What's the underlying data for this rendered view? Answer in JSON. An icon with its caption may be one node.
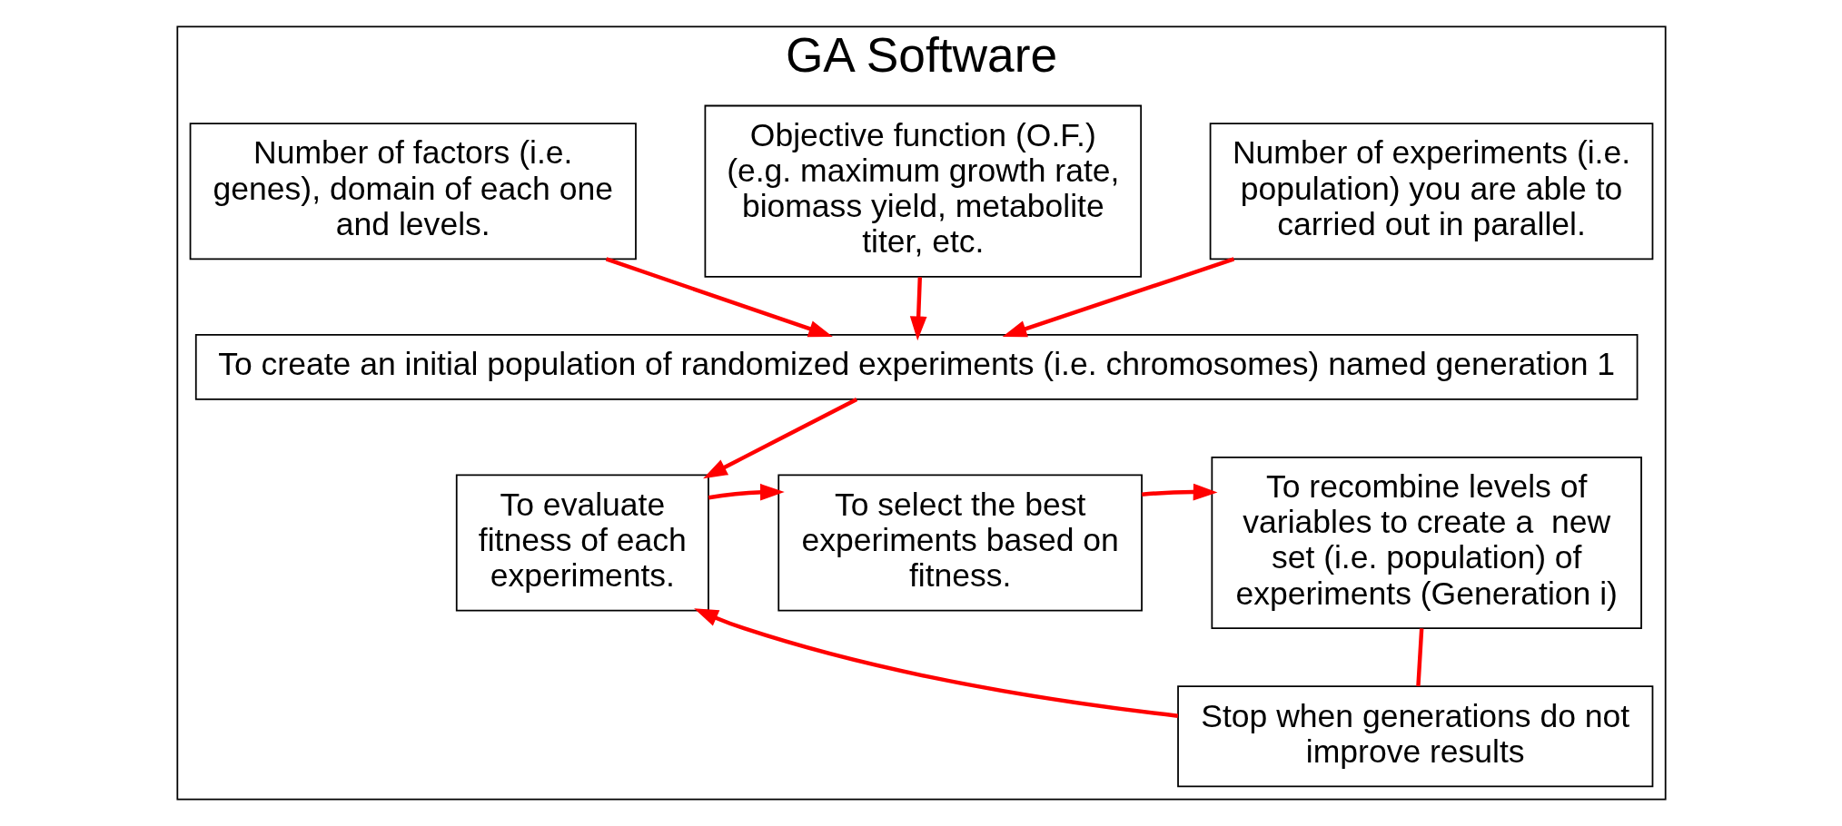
{
  "diagram": {
    "nodes": [
      {
        "text": [
          "GA Software"
        ]
      },
      {
        "text": [
          "Number of factors (i.e. genes), domain of each one and levels."
        ],
        "in": 0
      },
      {
        "text": [
          "Objective function (O.F.) (e.g. maximum growth rate, biomass yield, metabolite titer, etc."
        ],
        "in": 0
      },
      {
        "text": [
          "Number of experiments (i.e. population) you are able to carried out in parallel."
        ],
        "in": 0
      },
      {
        "text": [
          "To create an initial population of randomized experiments (i.e. chromosomes) named generation 1"
        ],
        "in": 0
      },
      {
        "text": [
          "To evaluate fitness of each experiments."
        ],
        "in": 0
      },
      {
        "text": [
          "To select the best experiments based on fitness."
        ],
        "in": 0
      },
      {
        "text": [
          "To recombine levels of variables to create a  new set (i.e. population) of experiments (Generation i)"
        ],
        "in": 0
      },
      {
        "text": [
          "Stop when generations do not improve results"
        ],
        "in": 0
      }
    ],
    "edges": [
      {
        "from": 1,
        "to": 4,
        "arrow": "to"
      },
      {
        "from": 2,
        "to": 4,
        "arrow": "to"
      },
      {
        "from": 3,
        "to": 4,
        "arrow": "to"
      },
      {
        "from": 4,
        "to": 5,
        "arrow": "to"
      },
      {
        "from": 5,
        "to": 6,
        "arrow": "to"
      },
      {
        "from": 6,
        "to": 7,
        "arrow": "to"
      },
      {
        "from": 7,
        "to": 8,
        "arrow": "none"
      },
      {
        "from": 8,
        "to": 5,
        "arrow": "to"
      }
    ]
  }
}
